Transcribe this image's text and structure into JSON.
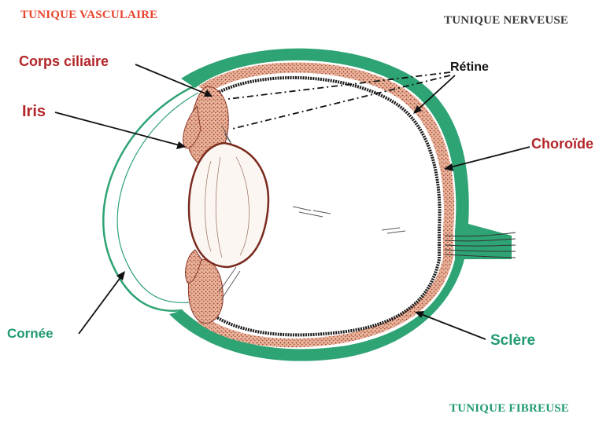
{
  "headings": {
    "vasculaire": "TUNIQUE VASCULAIRE",
    "nerveuse": "TUNIQUE NERVEUSE",
    "fibreuse": "TUNIQUE FIBREUSE"
  },
  "labels": {
    "corps_ciliaire": "Corps ciliaire",
    "iris": "Iris",
    "retine": "Rétine",
    "choroide": "Choroïde",
    "cornee": "Cornée",
    "sclere": "Sclère"
  },
  "colors": {
    "vascular_red": "#e8432d",
    "label_red": "#b3262a",
    "fibrous_green": "#1f9a6e",
    "sclera_green": "#2ea374",
    "choroid_brown": "#c98d6f",
    "retina_black": "#1a1a1a"
  }
}
